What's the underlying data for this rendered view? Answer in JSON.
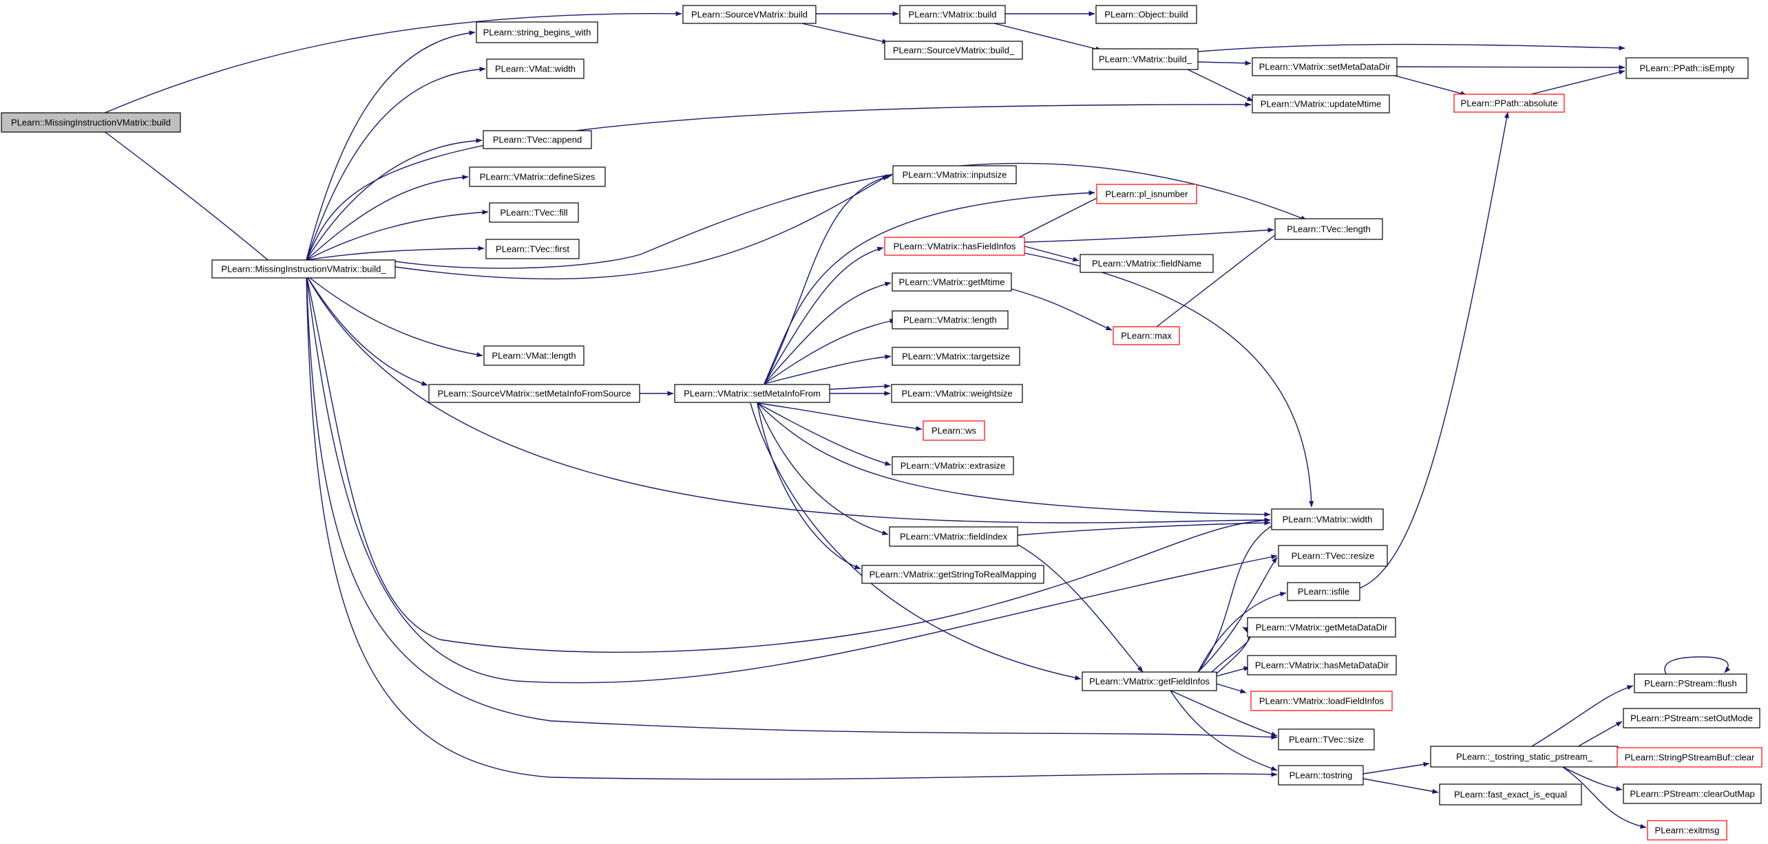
{
  "colors": {
    "edge": "#191970",
    "box": "#000000",
    "truncated_box": "#ff0000",
    "root_fill": "#bfbfbf",
    "background": "#ffffff"
  },
  "nodes": [
    {
      "id": "n_build",
      "label": "PLearn::MissingInstructionVMatrix::build",
      "root": true
    },
    {
      "id": "n_build_",
      "label": "PLearn::MissingInstructionVMatrix::build_"
    },
    {
      "id": "n_svm_build",
      "label": "PLearn::SourceVMatrix::build"
    },
    {
      "id": "n_vm_build",
      "label": "PLearn::VMatrix::build"
    },
    {
      "id": "n_obj_build",
      "label": "PLearn::Object::build"
    },
    {
      "id": "n_svm_build_",
      "label": "PLearn::SourceVMatrix::build_"
    },
    {
      "id": "n_vm_build_",
      "label": "PLearn::VMatrix::build_"
    },
    {
      "id": "n_setmetadatadir",
      "label": "PLearn::VMatrix::setMetaDataDir"
    },
    {
      "id": "n_isempty",
      "label": "PLearn::PPath::isEmpty"
    },
    {
      "id": "n_absolute",
      "label": "PLearn::PPath::absolute",
      "red": true
    },
    {
      "id": "n_updatemtime",
      "label": "PLearn::VMatrix::updateMtime"
    },
    {
      "id": "n_strbegins",
      "label": "PLearn::string_begins_with"
    },
    {
      "id": "n_vmat_width",
      "label": "PLearn::VMat::width"
    },
    {
      "id": "n_append",
      "label": "PLearn::TVec::append"
    },
    {
      "id": "n_definesizes",
      "label": "PLearn::VMatrix::defineSizes"
    },
    {
      "id": "n_fill",
      "label": "PLearn::TVec::fill"
    },
    {
      "id": "n_first",
      "label": "PLearn::TVec::first"
    },
    {
      "id": "n_vmat_length",
      "label": "PLearn::VMat::length"
    },
    {
      "id": "n_setmetainfofromsource",
      "label": "PLearn::SourceVMatrix::setMetaInfoFromSource"
    },
    {
      "id": "n_setmetainfofrom",
      "label": "PLearn::VMatrix::setMetaInfoFrom"
    },
    {
      "id": "n_inputsize",
      "label": "PLearn::VMatrix::inputsize"
    },
    {
      "id": "n_plisnumber",
      "label": "PLearn::pl_isnumber",
      "red": true
    },
    {
      "id": "n_hasfieldinfos",
      "label": "PLearn::VMatrix::hasFieldInfos",
      "red": true
    },
    {
      "id": "n_fieldname",
      "label": "PLearn::VMatrix::fieldName"
    },
    {
      "id": "n_tvec_length",
      "label": "PLearn::TVec::length"
    },
    {
      "id": "n_getmtime",
      "label": "PLearn::VMatrix::getMtime"
    },
    {
      "id": "n_max",
      "label": "PLearn::max",
      "red": true
    },
    {
      "id": "n_vm_length",
      "label": "PLearn::VMatrix::length"
    },
    {
      "id": "n_targetsize",
      "label": "PLearn::VMatrix::targetsize"
    },
    {
      "id": "n_weightsize",
      "label": "PLearn::VMatrix::weightsize"
    },
    {
      "id": "n_ws",
      "label": "PLearn::ws",
      "red": true
    },
    {
      "id": "n_extrasize",
      "label": "PLearn::VMatrix::extrasize"
    },
    {
      "id": "n_vm_width",
      "label": "PLearn::VMatrix::width"
    },
    {
      "id": "n_fieldindex",
      "label": "PLearn::VMatrix::fieldIndex"
    },
    {
      "id": "n_resize",
      "label": "PLearn::TVec::resize"
    },
    {
      "id": "n_getstrmap",
      "label": "PLearn::VMatrix::getStringToRealMapping"
    },
    {
      "id": "n_isfile",
      "label": "PLearn::isfile"
    },
    {
      "id": "n_getmetadatadir",
      "label": "PLearn::VMatrix::getMetaDataDir"
    },
    {
      "id": "n_getfieldinfos",
      "label": "PLearn::VMatrix::getFieldInfos"
    },
    {
      "id": "n_hasmetadatadir",
      "label": "PLearn::VMatrix::hasMetaDataDir"
    },
    {
      "id": "n_loadfieldinfos",
      "label": "PLearn::VMatrix::loadFieldInfos",
      "red": true
    },
    {
      "id": "n_tvec_size",
      "label": "PLearn::TVec::size"
    },
    {
      "id": "n_tostring",
      "label": "PLearn::tostring"
    },
    {
      "id": "n_tostring_static",
      "label": "PLearn::_tostring_static_pstream_"
    },
    {
      "id": "n_fastequal",
      "label": "PLearn::fast_exact_is_equal"
    },
    {
      "id": "n_flush",
      "label": "PLearn::PStream::flush"
    },
    {
      "id": "n_setoutmode",
      "label": "PLearn::PStream::setOutMode"
    },
    {
      "id": "n_spsbclear",
      "label": "PLearn::StringPStreamBuf::clear",
      "red": true
    },
    {
      "id": "n_clearoutmap",
      "label": "PLearn::PStream::clearOutMap"
    },
    {
      "id": "n_exitmsg",
      "label": "PLearn::exitmsg",
      "red": true
    }
  ]
}
